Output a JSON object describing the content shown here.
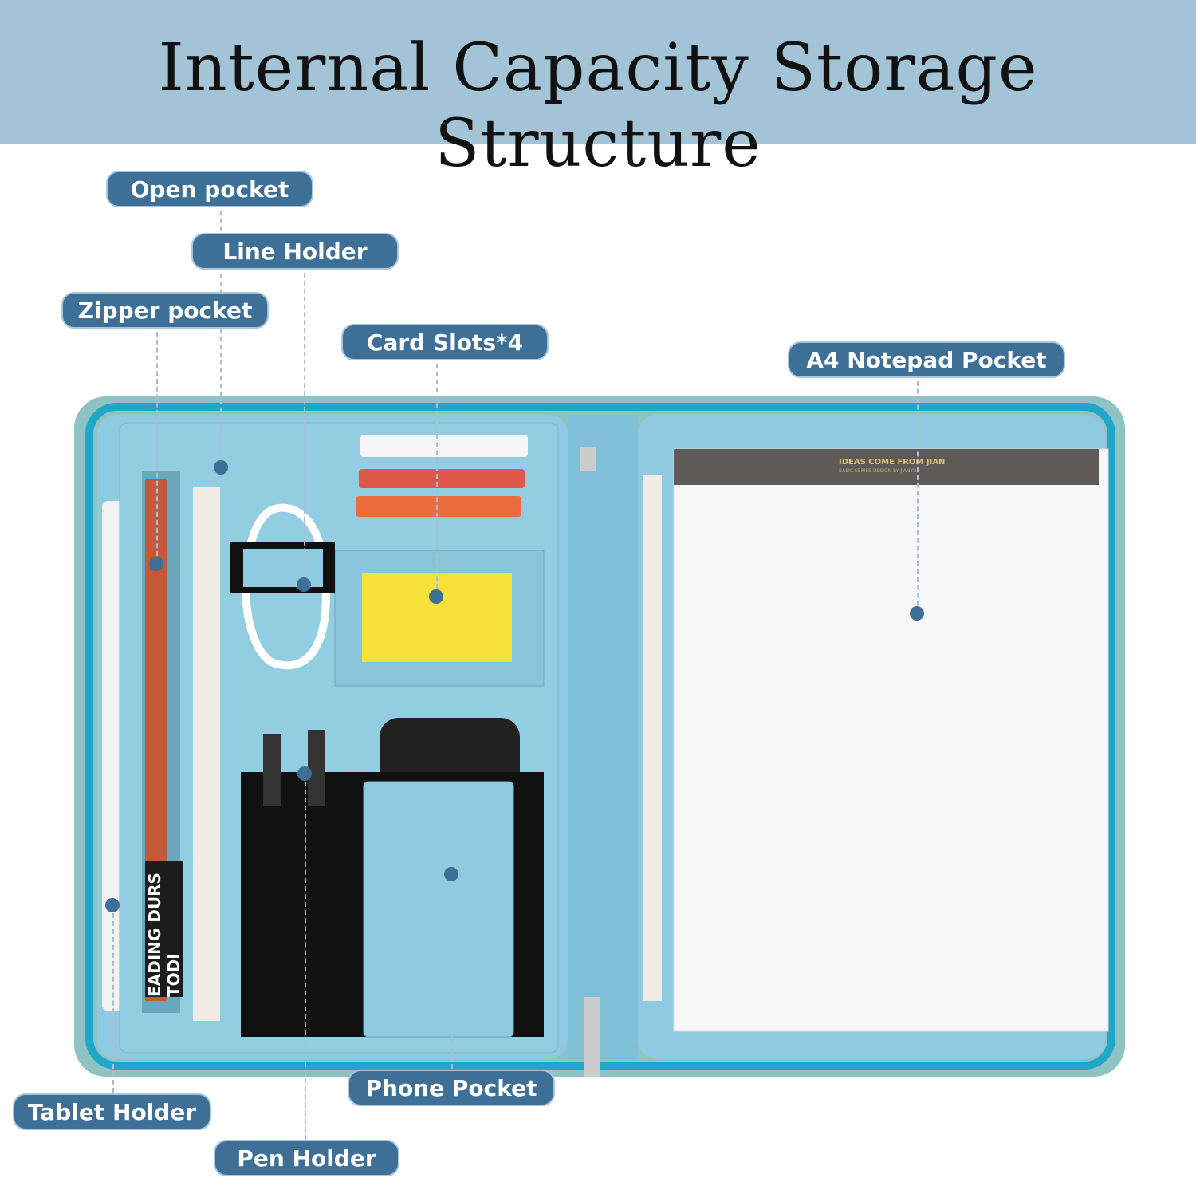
{
  "title": "Internal Capacity Storage Structure",
  "labels": {
    "open_pocket": "Open pocket",
    "line_holder": "Line Holder",
    "zipper_pocket": "Zipper pocket",
    "card_slots": "Card Slots*4",
    "a4_notepad": "A4 Notepad Pocket",
    "tablet_holder": "Tablet Holder",
    "pen_holder": "Pen Holder",
    "phone_pocket": "Phone Pocket"
  },
  "notepad": {
    "line1": "IDEAS COME FROM JIAN",
    "line2": "BASIC SERIES DESIGN BY JIANYU"
  },
  "book_spine": "EADING DURS TODI",
  "colors": {
    "header": "#a3c4d6",
    "label": "#3e6f96",
    "zipper": "#1fa6c9",
    "lining": "#8fcbe0"
  }
}
